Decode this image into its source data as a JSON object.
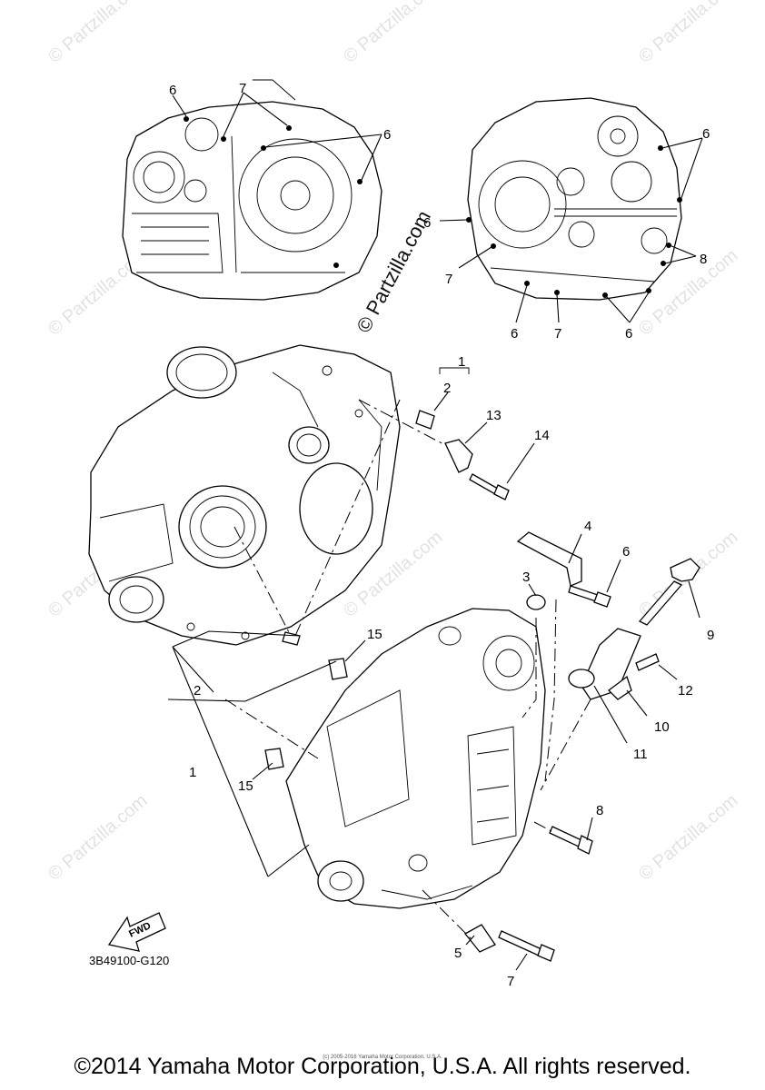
{
  "watermark": {
    "text": "© Partzilla.com",
    "diagonal_text": "© Partzilla.com"
  },
  "diagram": {
    "code": "3B49100-G120",
    "fwd_label": "FWD",
    "callouts": {
      "c1": "1",
      "c2": "2",
      "c3": "3",
      "c4": "4",
      "c5": "5",
      "c6": "6",
      "c7": "7",
      "c8": "8",
      "c9": "9",
      "c10": "10",
      "c11": "11",
      "c12": "12",
      "c13": "13",
      "c14": "14",
      "c15": "15"
    }
  },
  "footer": {
    "copyright": "©2014 Yamaha Motor Corporation, U.S.A. All rights reserved.",
    "small_print": "(c) 2005-2016 Yamaha Motor Corporation, U.S.A."
  }
}
